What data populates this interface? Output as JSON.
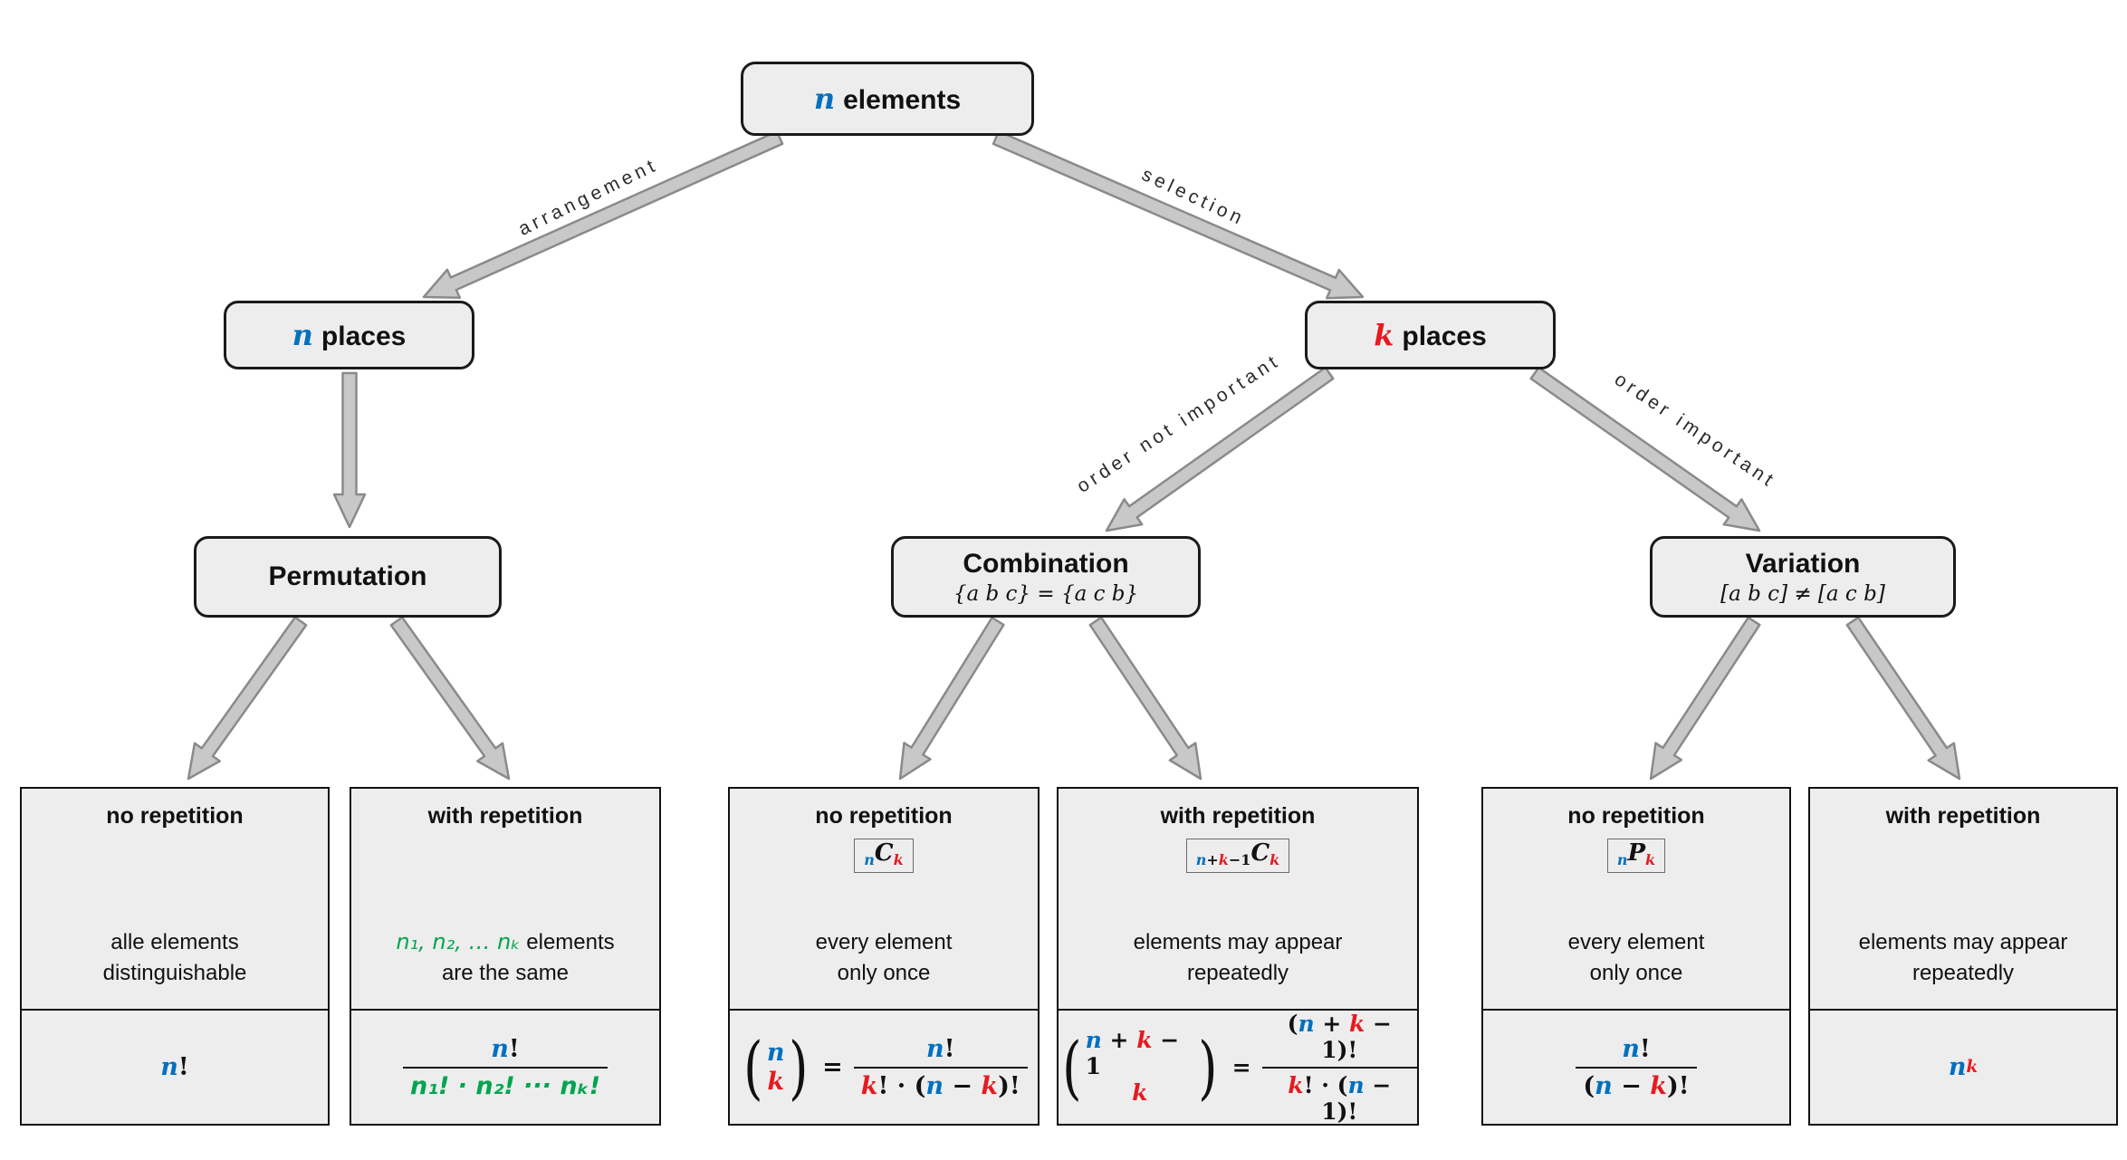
{
  "accent_colors": {
    "blue": "#0070c0",
    "red": "#e8191f",
    "green": "#00a550"
  },
  "syms": {
    "lparen": "(",
    "rparen": ")"
  },
  "nodes": {
    "root": {
      "var": "n",
      "label": "elements"
    },
    "n_places": {
      "var": "n",
      "label": "places"
    },
    "k_places": {
      "var": "k",
      "label": "places"
    },
    "permutation": {
      "title": "Permutation"
    },
    "combination": {
      "title": "Combination",
      "subtitle": "{a b c} = {a c b}"
    },
    "variation": {
      "title": "Variation",
      "subtitle": "[a b c] ≠ [a c b]"
    }
  },
  "edges": {
    "arrangement": "arrangement",
    "selection": "selection",
    "order_not_important": "order not important",
    "order_important": "order important"
  },
  "leaves": [
    {
      "title": "no repetition",
      "desc1": "alle elements",
      "desc2": "distinguishable",
      "f": {
        "n": "n",
        "rest": "!"
      }
    },
    {
      "title": "with repetition",
      "desc1_green": "n₁, n₂, … nₖ",
      "desc1_rest": " elements",
      "desc2": "are the same",
      "f": {
        "num_n": "n",
        "num_rest": "!",
        "den": "n₁! · n₂! ··· nₖ!"
      }
    },
    {
      "title": "no repetition",
      "badge": {
        "pre": "n",
        "main": "C",
        "post": "k"
      },
      "desc1": "every element",
      "desc2": "only once",
      "f": {
        "top": "n",
        "bot": "k",
        "eq": "=",
        "num_n": "n",
        "num_rest": "!",
        "d1": "k",
        "d2": "! · (",
        "d3": "n",
        "d4": " − ",
        "d5": "k",
        "d6": ")!"
      }
    },
    {
      "title": "with repetition",
      "badge": {
        "pre1": "n",
        "pre2": "+",
        "pre3": "k",
        "pre4": "−1",
        "main": "C",
        "post": "k"
      },
      "desc1": "elements may appear",
      "desc2": "repeatedly",
      "f": {
        "t1": "n",
        "t2": " + ",
        "t3": "k",
        "t4": " − 1",
        "bot": "k",
        "eq": "=",
        "n1": "(",
        "n2": "n",
        "n3": " + ",
        "n4": "k",
        "n5": " − 1",
        "n6": ")!",
        "d1": "k",
        "d2": "! · (",
        "d3": "n",
        "d4": " − 1)!"
      }
    },
    {
      "title": "no repetition",
      "badge": {
        "pre": "n",
        "main": "P",
        "post": "k"
      },
      "desc1": "every element",
      "desc2": "only once",
      "f": {
        "num_n": "n",
        "num_rest": "!",
        "d1": "(",
        "d2": "n",
        "d3": " − ",
        "d4": "k",
        "d5": ")!"
      }
    },
    {
      "title": "with repetition",
      "desc1": "elements may appear",
      "desc2": "repeatedly",
      "f": {
        "base": "n",
        "sup": "k"
      }
    }
  ]
}
